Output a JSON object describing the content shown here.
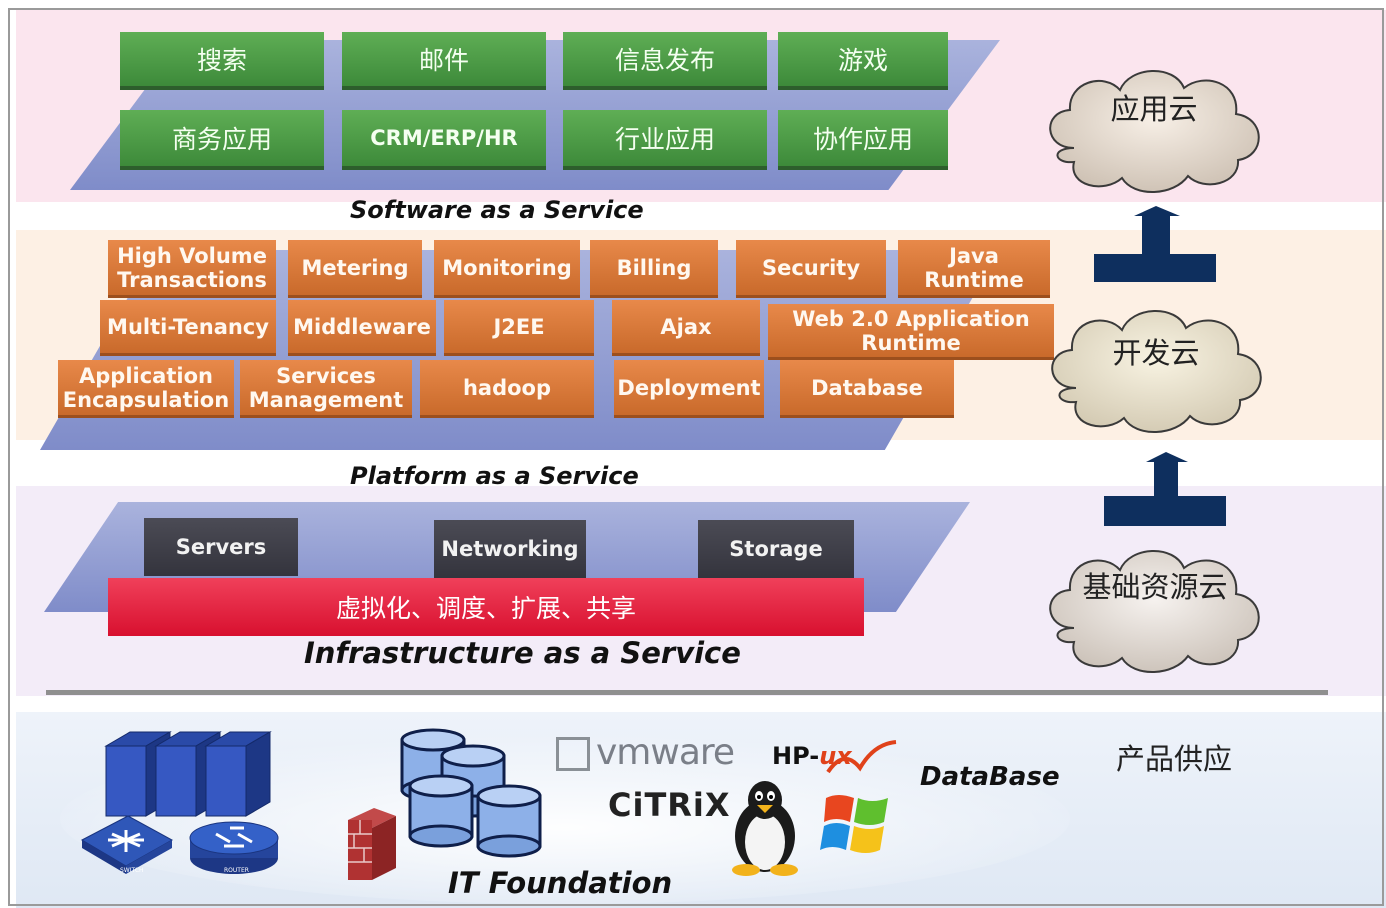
{
  "saas": {
    "caption": "Software as a Service",
    "row1": [
      "搜索",
      "邮件",
      "信息发布",
      "游戏"
    ],
    "row2": [
      "商务应用",
      "CRM/ERP/HR",
      "行业应用",
      "协作应用"
    ]
  },
  "paas": {
    "caption": "Platform as a Service",
    "row1": [
      "High Volume Transactions",
      "Metering",
      "Monitoring",
      "Billing",
      "Security",
      "Java Runtime"
    ],
    "row2": [
      "Multi-Tenancy",
      "Middleware",
      "J2EE",
      "Ajax",
      "Web 2.0 Application Runtime"
    ],
    "row3": [
      "Application Encapsulation",
      "Services Management",
      "hadoop",
      "Deployment",
      "Database"
    ]
  },
  "iaas": {
    "caption": "Infrastructure as a Service",
    "resources": [
      "Servers",
      "Networking",
      "Storage"
    ],
    "virtualization": "虚拟化、调度、扩展、共享"
  },
  "clouds": {
    "app": "应用云",
    "dev": "开发云",
    "infra": "基础资源云"
  },
  "foundation": {
    "caption": "IT Foundation",
    "supply_label": "产品供应",
    "vendors": {
      "vmware": "vmware",
      "hp": "HP-",
      "hp_ux": "ux",
      "citrix": "CiTRiX",
      "database": "DataBase"
    },
    "device_labels": {
      "switch": "SWITCH",
      "router": "ROUTER"
    }
  },
  "colors": {
    "saas_box": "#4f9e49",
    "paas_box": "#dd7a3c",
    "iaas_box": "#3f3f48",
    "virtualization_bar": "#e6233f",
    "platform": "#8f9bd2",
    "arrow": "#0e2f5e"
  }
}
